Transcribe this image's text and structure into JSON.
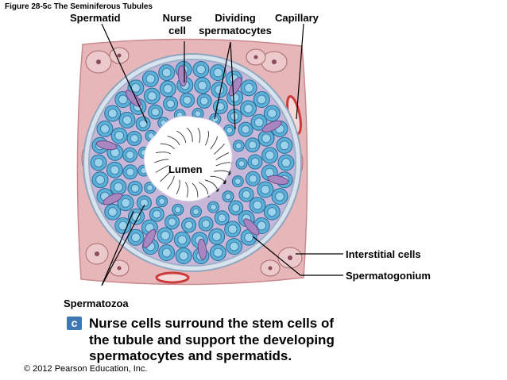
{
  "figure_title": "Figure 28-5c  The Seminiferous Tubules",
  "labels": {
    "spermatid": "Spermatid",
    "nurse_cell_line1": "Nurse",
    "nurse_cell_line2": "cell",
    "dividing_line1": "Dividing",
    "dividing_line2": "spermatocytes",
    "capillary": "Capillary",
    "lumen": "Lumen",
    "interstitial": "Interstitial cells",
    "spermatogonium": "Spermatogonium",
    "spermatozoa": "Spermatozoa"
  },
  "panel_badge": "c",
  "caption_lines": [
    "Nurse cells surround the stem cells of",
    "the tubule and support the developing",
    "spermatocytes and spermatids."
  ],
  "copyright": "© 2012 Pearson Education, Inc.",
  "colors": {
    "tissue": "#e4b3b5",
    "tubule_wall": "#b8c7d8",
    "cell_fill": "#5ab0d8",
    "cell_stroke": "#2a6c96",
    "nurse": "#a886c0",
    "lumen": "#ffffff",
    "capillary": "#cc3b3b",
    "badge": "#3f78b5"
  }
}
